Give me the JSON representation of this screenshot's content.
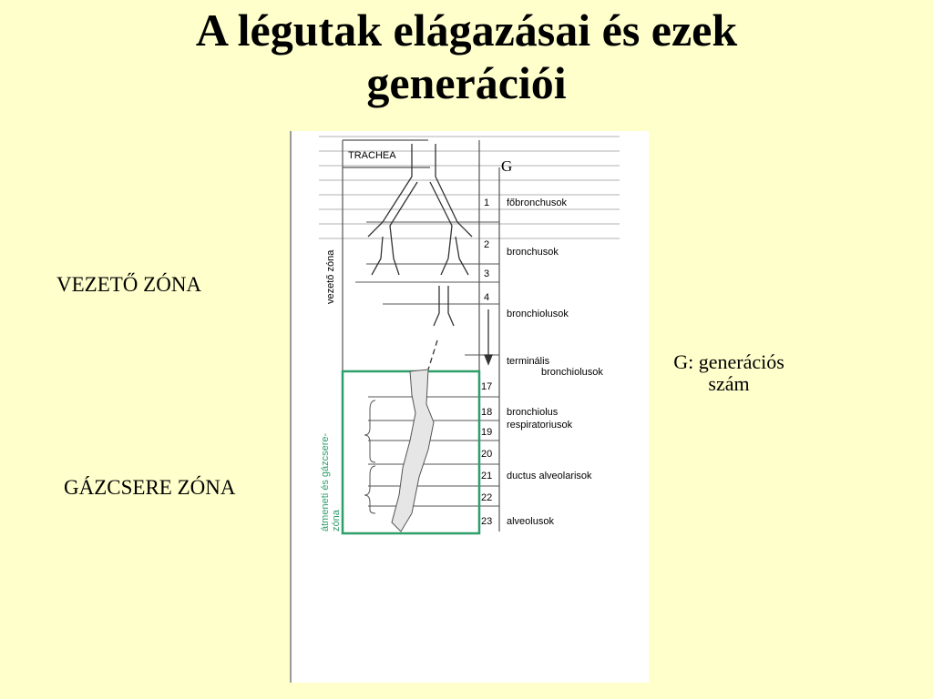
{
  "title_line1": "A légutak elágazásai és ezek",
  "title_line2": "generációi",
  "left_labels": {
    "conducting": "VEZETŐ ZÓNA",
    "exchange": "GÁZCSERE ZÓNA"
  },
  "legend": {
    "line1": "G: generációs",
    "line2": "szám"
  },
  "diagram": {
    "trachea": "TRACHEA",
    "g_header": "G",
    "conducting_zone_vertical": "vezető zóna",
    "transition_zone_vertical_1": "átmeneti és gázcsere-",
    "transition_zone_vertical_2": "zóna",
    "generations": [
      "1",
      "2",
      "3",
      "4",
      "17",
      "18",
      "19",
      "20",
      "21",
      "22",
      "23"
    ],
    "names": {
      "fobronchusok": "főbronchusok",
      "bronchusok": "bronchusok",
      "bronchiolusok": "bronchiolusok",
      "terminalis1": "terminális",
      "terminalis2": "bronchiolusok",
      "resp1": "bronchiolus",
      "resp2": "respiratoriusok",
      "ductus": "ductus alveolarisok",
      "alveolusok": "alveolusok"
    }
  },
  "colors": {
    "background": "#ffffcc",
    "zone_green": "#2e9e6a"
  }
}
